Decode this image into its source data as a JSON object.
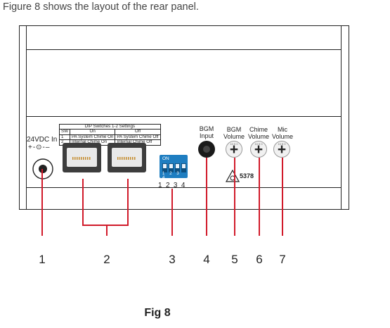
{
  "intro_text": "Figure 8 shows the layout of the rear panel.",
  "dip_table": {
    "title": "DIP Switches 1-2  Settings",
    "headers": [
      "SW",
      "On",
      "Off"
    ],
    "rows": [
      {
        "sw": "1",
        "on": "PA System Chime On",
        "off": "PA System Chime Off"
      },
      {
        "sw": "2",
        "on": "Internal Chime On",
        "off": "Internal Chime Off"
      }
    ]
  },
  "labels": {
    "power": "24VDC In",
    "polarity": "+-⊙-–",
    "bgm_input": [
      "BGM",
      "Input"
    ],
    "bgm_volume": [
      "BGM",
      "Volume"
    ],
    "chime_volume": [
      "Chime",
      "Volume"
    ],
    "mic_volume": [
      "Mic",
      "Volume"
    ],
    "dip_on": "ON",
    "dip_switch_numbers": "1 2 3 4",
    "dip_legend": "1 2 3 4",
    "cert_number": "5378",
    "knob_scale": "10 5 0"
  },
  "callouts": [
    "1",
    "2",
    "3",
    "4",
    "5",
    "6",
    "7"
  ],
  "caption": "Fig 8",
  "colors": {
    "callout_line": "#d11a2a",
    "dip_switch": "#1f7ec1"
  }
}
